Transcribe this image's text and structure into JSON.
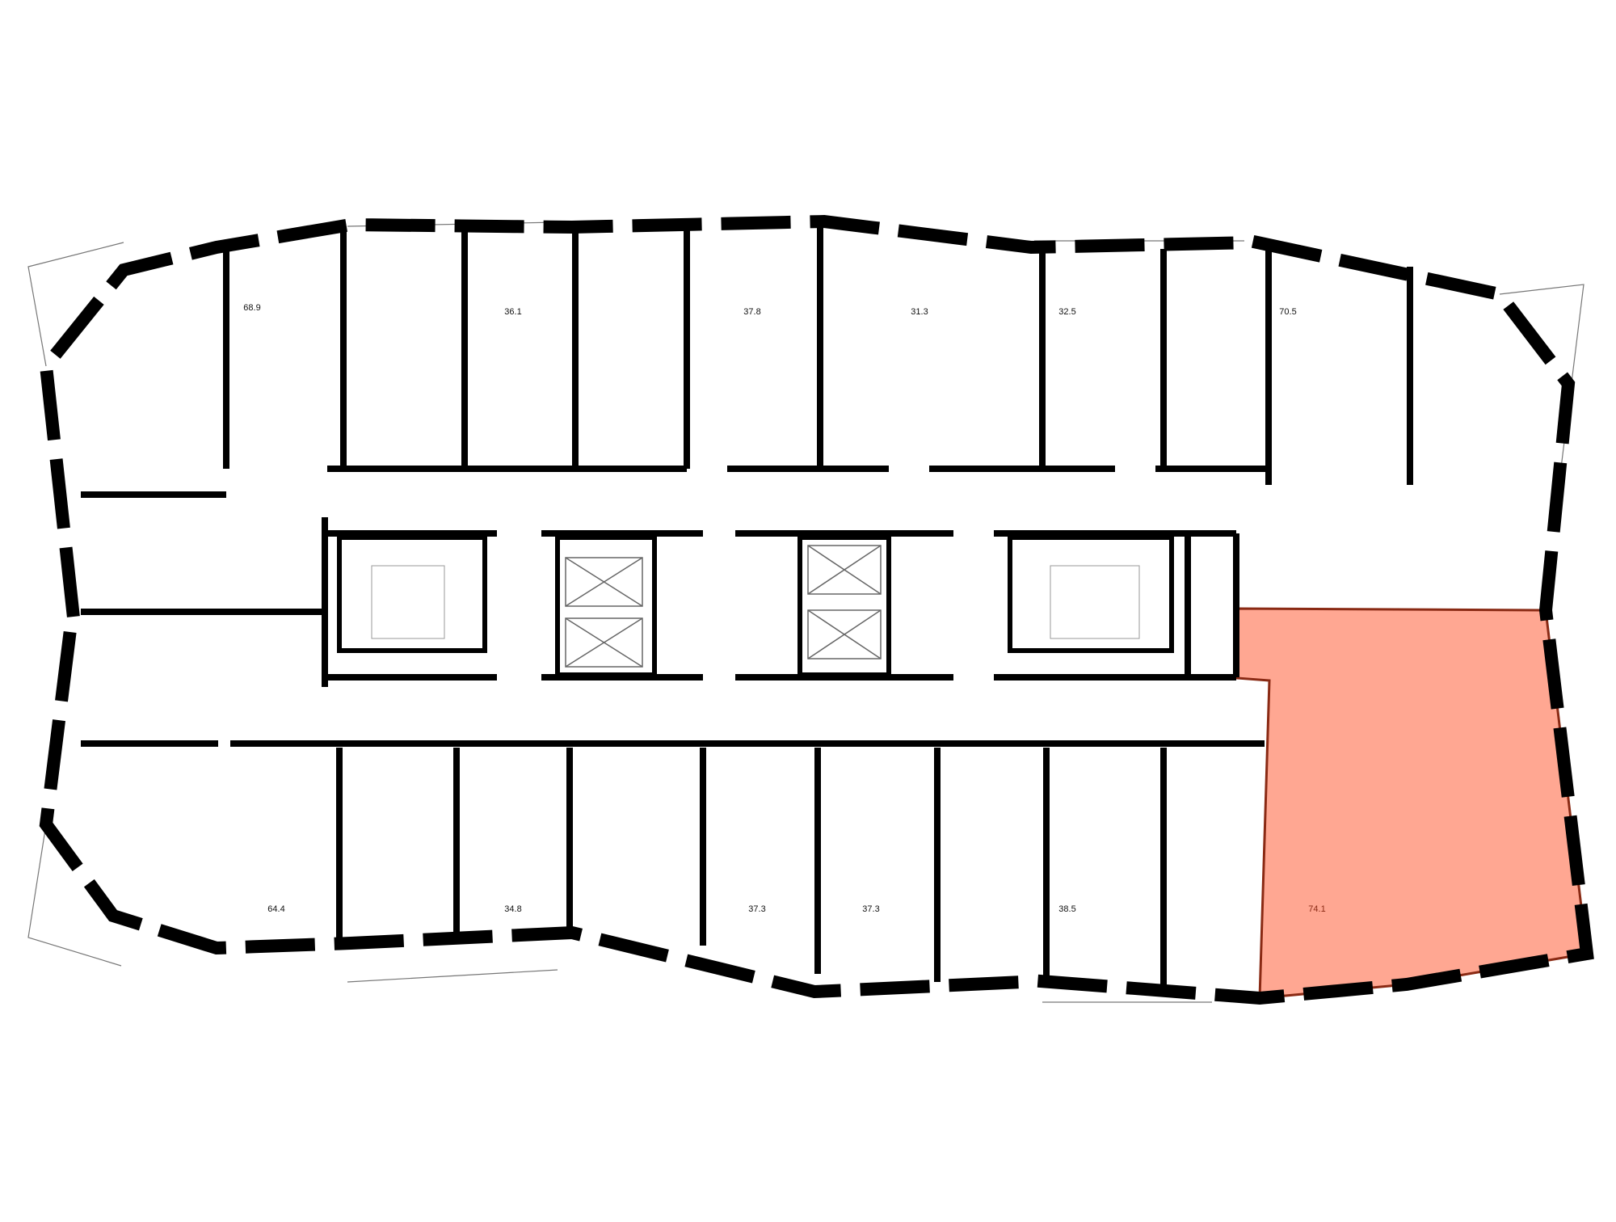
{
  "floorplan": {
    "units": [
      {
        "area": "68.9"
      },
      {
        "area": "36.1"
      },
      {
        "area": "37.8"
      },
      {
        "area": "31.3"
      },
      {
        "area": "32.5"
      },
      {
        "area": "70.5"
      },
      {
        "area": "64.4"
      },
      {
        "area": "34.8"
      },
      {
        "area": "37.3"
      },
      {
        "area": "37.3"
      },
      {
        "area": "38.5"
      },
      {
        "area": "74.1"
      }
    ],
    "highlighted_unit": "74.1",
    "colors": {
      "highlight_fill": "#ff8a6e",
      "highlight_wall": "#8a2a14",
      "wall": "#000000"
    }
  }
}
